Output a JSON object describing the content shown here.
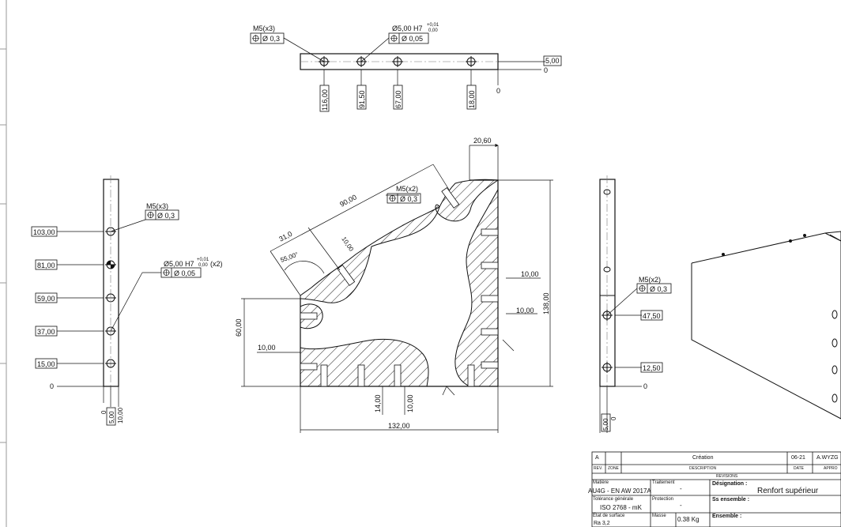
{
  "top_view": {
    "callout_m5": "M5(x3)",
    "callout_m5_tol": "Ø 0,3",
    "callout_bore": "Ø5,00 H7",
    "callout_bore_tol_up": "+0,01",
    "callout_bore_tol_low": "0,00",
    "callout_bore_pos": "Ø 0,05",
    "dim_thickness": "5,00",
    "dim_zero_right": "0",
    "dim_zero_bottom": "0",
    "dims": [
      "116,00",
      "91,50",
      "67,00",
      "18,00"
    ]
  },
  "left_view": {
    "callout_m5": "M5(x3)",
    "callout_m5_tol": "Ø 0,3",
    "callout_bore": "Ø5,00 H7",
    "callout_bore_tol_up": "+0,01",
    "callout_bore_tol_low": "0,00",
    "callout_bore_count": "(x2)",
    "callout_bore_pos": "Ø 0,05",
    "dims": [
      "103,00",
      "81,00",
      "59,00",
      "37,00",
      "15,00"
    ],
    "zero": "0",
    "bottom_zero": "0",
    "bottom_5": "5,00",
    "bottom_10": "10,00"
  },
  "front_view": {
    "dim_top": "20,60",
    "dim_90": "90,00",
    "dim_31": "31,0",
    "dim_10_slot": "10,00",
    "dim_angle": "55,00°",
    "callout_m5": "M5(x2)",
    "callout_m5_tol": "Ø 0,3",
    "dim_10_a": "10,00",
    "dim_10_b": "10,00",
    "dim_138": "138,00",
    "dim_60": "60,00",
    "dim_10_left": "10,00",
    "dim_14": "14,00",
    "dim_10_bottom": "10,00",
    "dim_132": "132,00"
  },
  "right_view": {
    "callout_m5": "M5(x2)",
    "callout_m5_tol": "Ø 0,3",
    "dim_47": "47,50",
    "dim_12": "12,50",
    "zero": "0",
    "bottom_5": "5,00",
    "bottom_0": "0"
  },
  "title_block": {
    "rev_letter": "A",
    "rev_desc": "Création",
    "rev_date": "06-21",
    "rev_approved": "A.WYZG",
    "hdr_rev": "REV.",
    "hdr_zone": "ZONE",
    "hdr_description": "DESCRIPTION",
    "hdr_date": "DATE",
    "hdr_approved": "APPRO",
    "hdr_revisions": "REVISIONS",
    "lbl_matiere": "Matière",
    "val_matiere": "AU4G - EN AW 2017A",
    "lbl_traitement": "Traitement",
    "val_traitement": "-",
    "lbl_designation": "Désignation :",
    "val_designation": "Renfort supérieur",
    "lbl_tolerance": "Tolérance générale",
    "val_tolerance": "ISO 2768 - mK",
    "lbl_protection": "Protection",
    "val_protection": "-",
    "lbl_sous_ensemble": "Ss ensemble :",
    "lbl_etat": "Etat de surface",
    "lbl_masse": "Masse",
    "val_masse": "0.38 Kg",
    "lbl_ensemble": "Ensemble :",
    "val_etat_partial": "Ra 3,2"
  }
}
